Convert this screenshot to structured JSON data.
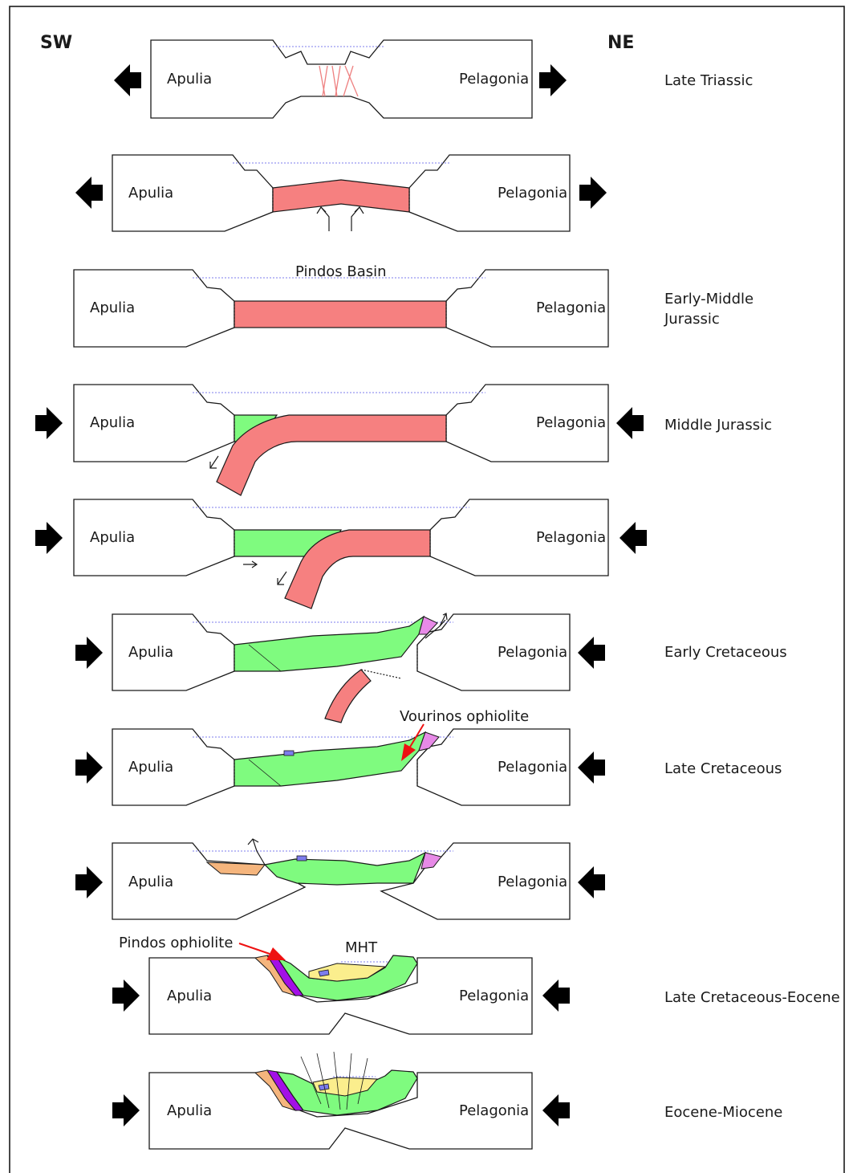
{
  "header": {
    "left": "SW",
    "right": "NE"
  },
  "plates": {
    "left": "Apulia",
    "right": "Pelagonia"
  },
  "stages": [
    {
      "label": "Late Triassic"
    },
    {
      "label": ""
    },
    {
      "label": "Early-Middle\nJurassic",
      "line1": "Early-Middle",
      "line2": "Jurassic"
    },
    {
      "label": "Middle Jurassic"
    },
    {
      "label": ""
    },
    {
      "label": "Early Cretaceous"
    },
    {
      "label": "Late Cretaceous"
    },
    {
      "label": ""
    },
    {
      "label": "Late Cretaceous-Eocene"
    },
    {
      "label": "Eocene-Miocene"
    }
  ],
  "annotations": {
    "basin": "Pindos Basin",
    "vourinos": "Vourinos ophiolite",
    "pindos_ophiolite": "Pindos ophiolite",
    "mht": "MHT"
  },
  "colors": {
    "oceanic_crust": "#f68080",
    "green_unit": "#7ffb7f",
    "yellow_unit": "#fbee8d",
    "orange_unit": "#f5b57d",
    "purple_unit": "#a310e6",
    "pink_unit": "#e78ae7",
    "sea_level": "#7d7ded",
    "callout": "#ee1111"
  }
}
